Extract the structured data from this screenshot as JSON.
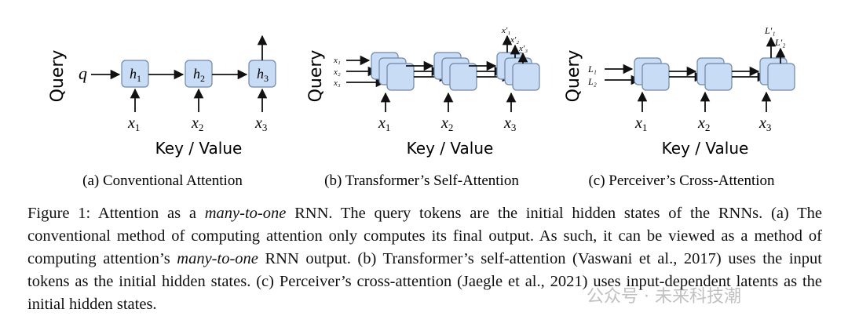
{
  "panels": [
    {
      "id": "a",
      "query_label": "Query",
      "kv_label": "Key / Value",
      "query_input": "q",
      "hidden_states": [
        "h",
        "h",
        "h"
      ],
      "hidden_subscripts": [
        "1",
        "2",
        "3"
      ],
      "inputs": [
        "x",
        "x",
        "x"
      ],
      "input_subscripts": [
        "1",
        "2",
        "3"
      ],
      "subcaption": "(a) Conventional Attention"
    },
    {
      "id": "b",
      "query_label": "Query",
      "kv_label": "Key / Value",
      "query_inputs": [
        "x₁",
        "x₂",
        "x₃"
      ],
      "outputs": [
        "x′₁",
        "x′₂",
        "x′₃"
      ],
      "inputs": [
        "x",
        "x",
        "x"
      ],
      "input_subscripts": [
        "1",
        "2",
        "3"
      ],
      "subcaption": "(b) Transformer’s Self-Attention"
    },
    {
      "id": "c",
      "query_label": "Query",
      "kv_label": "Key / Value",
      "query_inputs": [
        "L₁",
        "L₂"
      ],
      "outputs": [
        "L′₁",
        "L′₂"
      ],
      "inputs": [
        "x",
        "x",
        "x"
      ],
      "input_subscripts": [
        "1",
        "2",
        "3"
      ],
      "subcaption": "(c) Perceiver’s Cross-Attention"
    }
  ],
  "caption": {
    "label": "Figure 1:",
    "part1": " Attention as a ",
    "em1": "many-to-one",
    "part2": " RNN. The query tokens are the initial hidden states of the RNNs. (a) The conventional method of computing attention only computes its final output. As such, it can be viewed as a method of computing attention’s ",
    "em2": "many-to-one",
    "part3": " RNN output. (b) Transformer’s self-attention (Vaswani et al., 2017) uses the input tokens as the initial hidden states. (c) Perceiver’s cross-attention (Jaegle et al., 2021) uses input-dependent latents as the initial hidden states."
  },
  "watermark": "公众号 · 未来科技潮",
  "colors": {
    "box_fill": "#c9dcf5",
    "box_stroke": "#6f86a6",
    "ink": "#111111"
  }
}
